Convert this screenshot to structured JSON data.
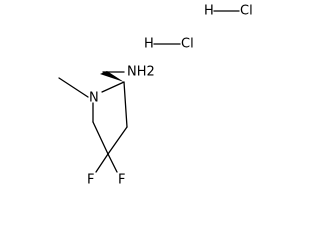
{
  "molecule": {
    "atoms": {
      "nitrogen_ring": "N",
      "amine": "NH2",
      "fluorine_1": "F",
      "fluorine_2": "F"
    },
    "salts": [
      {
        "hydrogen": "H",
        "chlorine": "Cl"
      },
      {
        "hydrogen": "H",
        "chlorine": "Cl"
      }
    ]
  },
  "colors": {
    "bond": "#000000",
    "text": "#000000",
    "background": "#ffffff"
  }
}
